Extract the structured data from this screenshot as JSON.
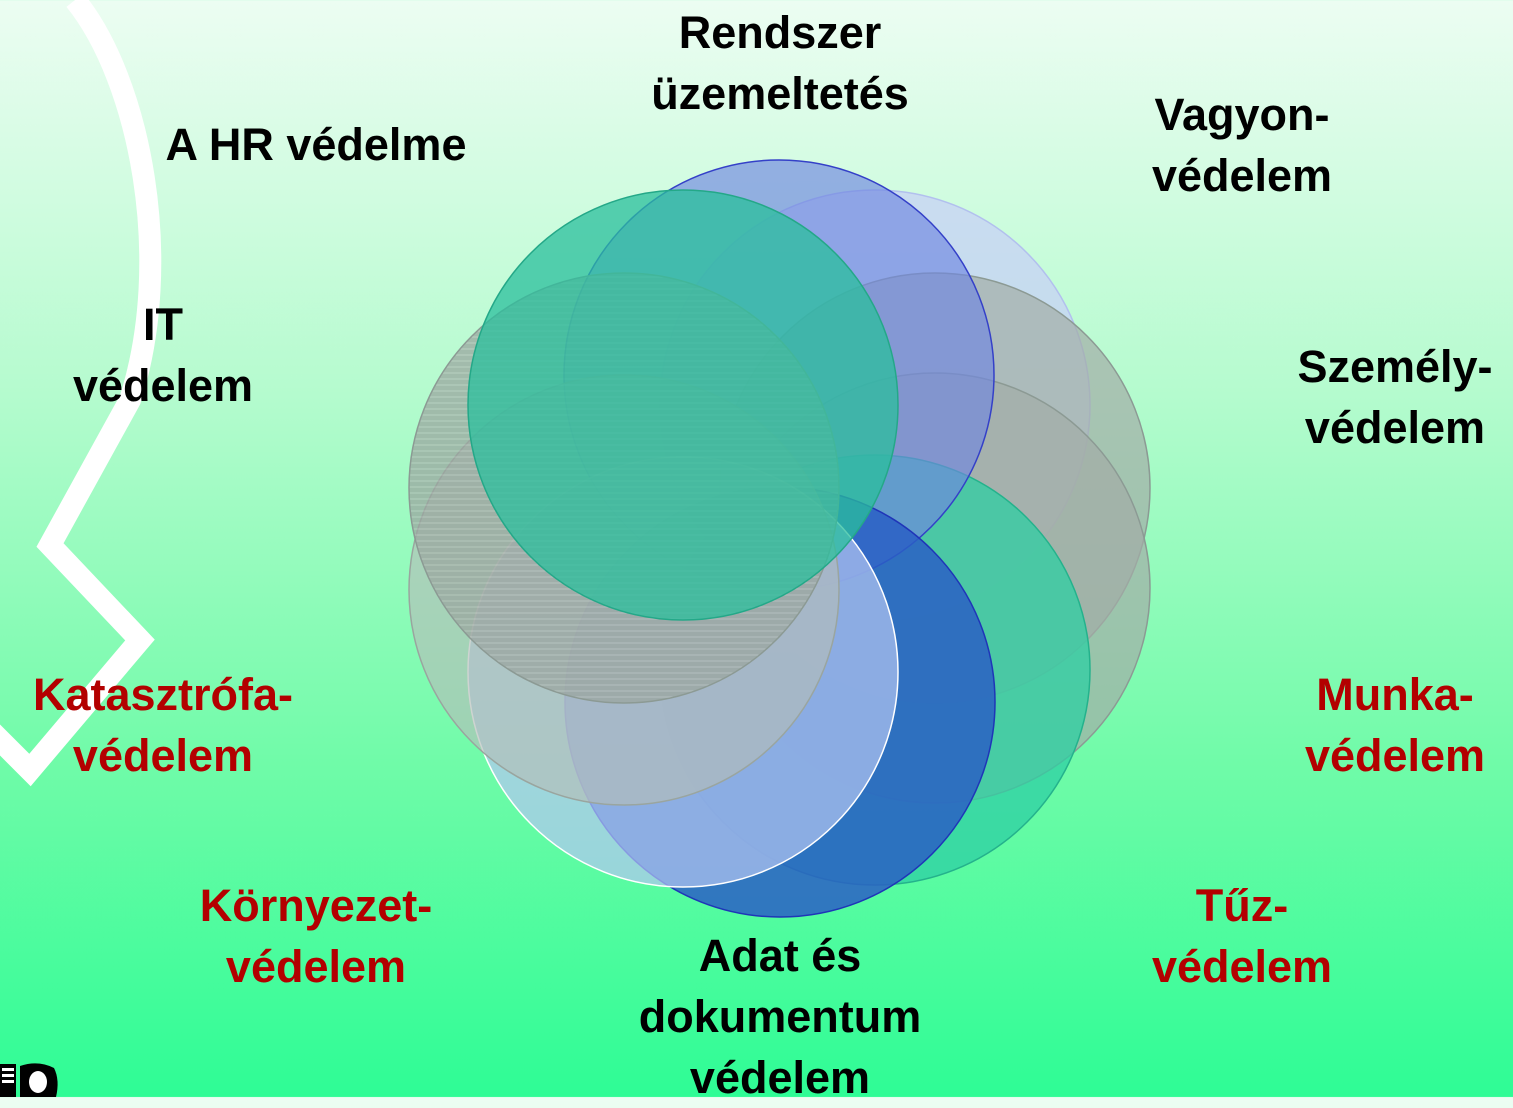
{
  "diagram": {
    "labels": {
      "rendszer": "Rendszer\nüzemeltetés",
      "vagyon": "Vagyon-\nvédelem",
      "szemely": "Személy-\nvédelem",
      "munka": "Munka-\nvédelem",
      "tuz": "Tűz-\nvédelem",
      "adat": "Adat és\ndokumentum\nvédelem",
      "kornyezet": "Környezet-\nvédelem",
      "katasztrofa": "Katasztrófa-\nvédelem",
      "it": "IT\nvédelem",
      "hr": "A HR védelme"
    },
    "colors": {
      "black_text": "#000000",
      "red_text": "#b30000",
      "blue_circle": "#3f5fd6",
      "teal_circle": "#2ab89a",
      "gray_circle": "#8c9a94",
      "light_blue_circle": "#b7c6f0"
    }
  }
}
